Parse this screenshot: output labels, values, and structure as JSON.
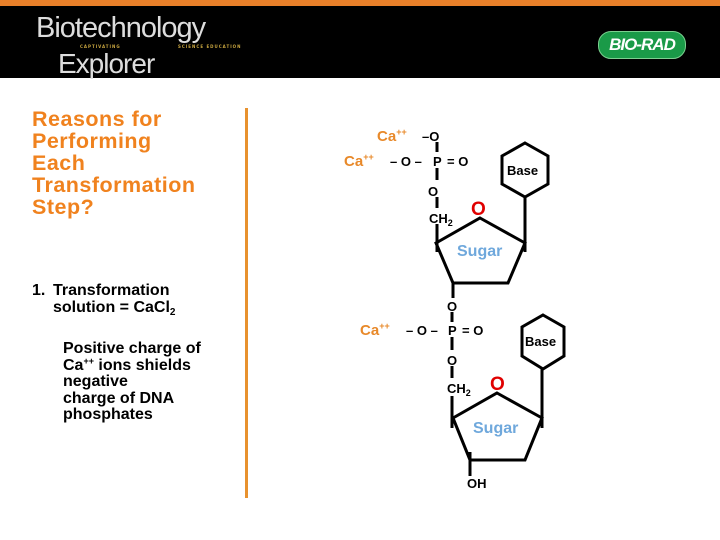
{
  "header": {
    "logo_line1": "Biotechnology",
    "logo_line2": "Explorer",
    "logo_tagline_left": "CAPTIVATING",
    "logo_tagline_right": "SCIENCE EDUCATION",
    "brand": "BIO-RAD",
    "colors": {
      "background": "#000000",
      "strip": "#e8802a",
      "brand": "#1a9a48"
    }
  },
  "title_lines": [
    "Reasons for",
    "Performing",
    "Each",
    "Transformation",
    "Step?"
  ],
  "point": {
    "number": "1.",
    "line1": "Transformation",
    "line2": "solution = CaCl",
    "line2_sub": "2"
  },
  "explanation": {
    "line1": "Positive charge of",
    "line2_a": "Ca",
    "line2_sup": "++",
    "line2_b": " ions shields",
    "line3": "negative",
    "line4": "charge of DNA",
    "line5": "phosphates"
  },
  "diagram": {
    "ca": "Ca",
    "ca_sup": "++",
    "o": "O",
    "p": "P",
    "o_dash": "–O",
    "o_dash2": "– O –",
    "double_o": "= O",
    "ch": "CH",
    "ch_sub": "2",
    "base": "Base",
    "sugar": "Sugar",
    "ring_o": "O",
    "oh": "OH",
    "colors": {
      "ca": "#e8892a",
      "sugar": "#6fa8dc",
      "ring_o": "#e00000"
    }
  }
}
